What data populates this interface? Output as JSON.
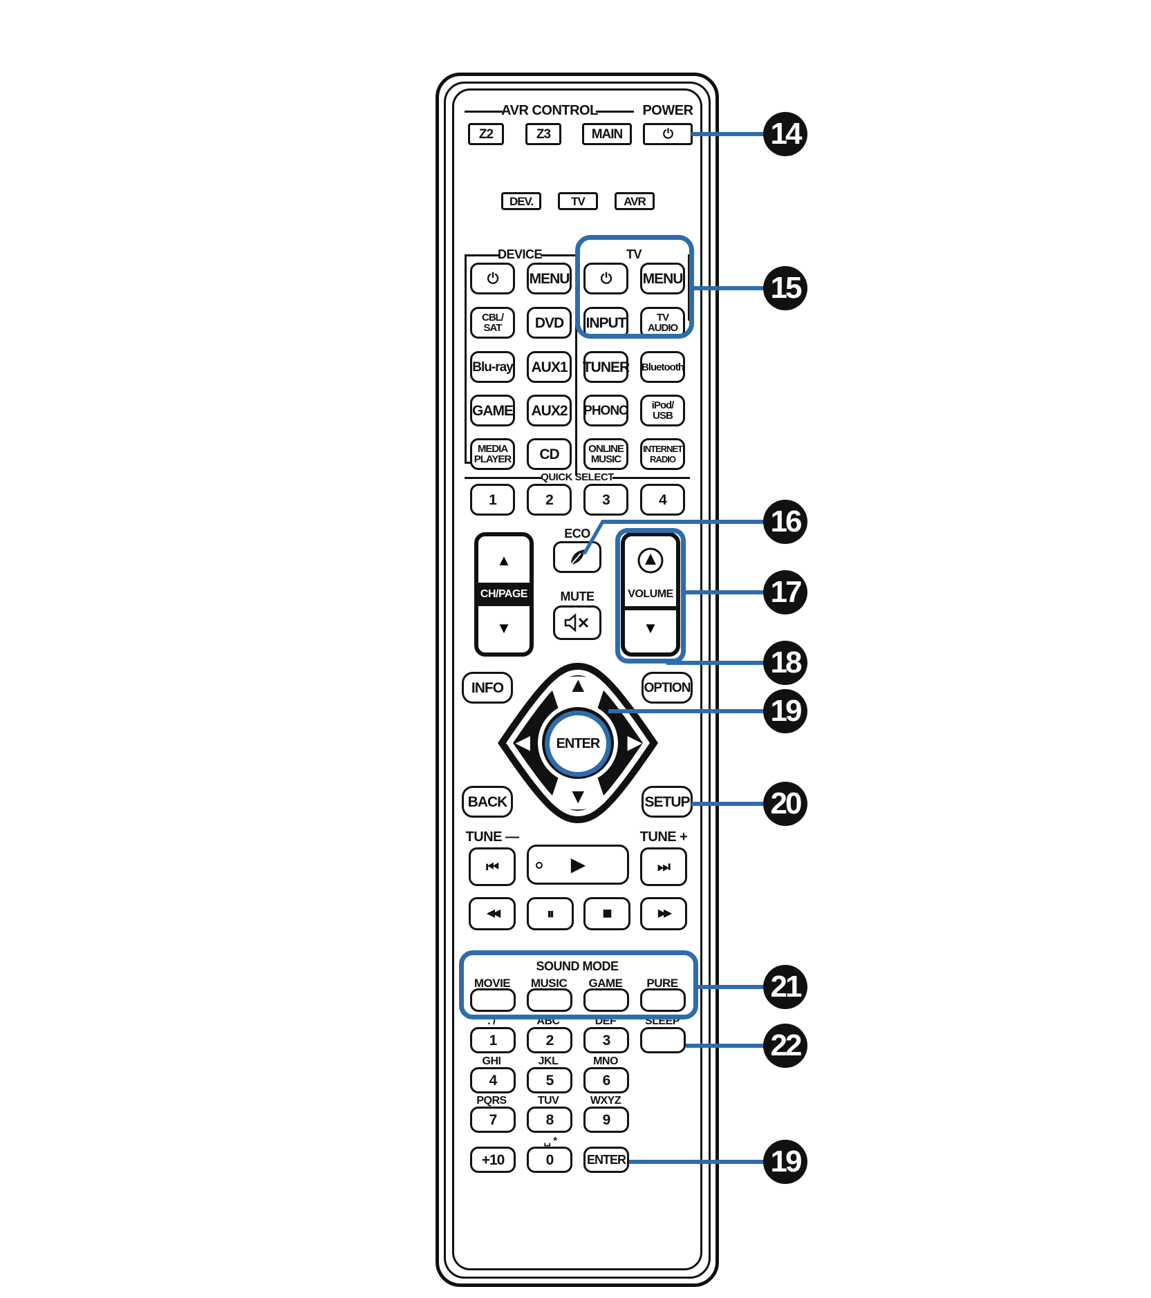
{
  "avr_control": {
    "label": "AVR CONTROL",
    "power_label": "POWER",
    "z2": "Z2",
    "z3": "Z3",
    "main": "MAIN",
    "power_glyph": "⏻"
  },
  "mode_buttons": [
    "DEV.",
    "TV",
    "AVR"
  ],
  "device_section": {
    "device_label": "DEVICE",
    "tv_label": "TV",
    "power_glyph": "⏻",
    "device_menu": "MENU",
    "tv_menu": "MENU",
    "rows": [
      [
        "CBL/\nSAT",
        "DVD",
        "INPUT",
        "TV\nAUDIO"
      ],
      [
        "Blu-ray",
        "AUX1",
        "TUNER",
        "Bluetooth"
      ],
      [
        "GAME",
        "AUX2",
        "PHONO",
        "iPod/\nUSB"
      ],
      [
        "MEDIA\nPLAYER",
        "CD",
        "ONLINE\nMUSIC",
        "INTERNET\nRADIO"
      ]
    ]
  },
  "quick_select": {
    "label": "QUICK SELECT",
    "buttons": [
      "1",
      "2",
      "3",
      "4"
    ]
  },
  "center_controls": {
    "ch_page": "CH/PAGE",
    "eco": "ECO",
    "mute": "MUTE",
    "volume": "VOLUME",
    "up_glyph": "▲",
    "down_glyph": "▼",
    "eco_glyph": "🍃",
    "mute_glyph": "🔇"
  },
  "navigation": {
    "info": "INFO",
    "option": "OPTION",
    "enter": "ENTER",
    "back": "BACK",
    "setup": "SETUP",
    "up": "▲",
    "down": "▼",
    "left": "◀",
    "right": "▶"
  },
  "transport": {
    "tune_minus": "TUNE —",
    "tune_plus": "TUNE +",
    "prev": "⏮",
    "play": "▶",
    "next": "⏭",
    "rewind": "◀◀",
    "pause": "⏸",
    "stop": "■",
    "forward": "▶▶"
  },
  "sound_mode": {
    "label": "SOUND MODE",
    "buttons": [
      "MOVIE",
      "MUSIC",
      "GAME",
      "PURE"
    ]
  },
  "keypad": {
    "sleep": "SLEEP",
    "keys": [
      {
        "letters": ". /",
        "digit": "1"
      },
      {
        "letters": "ABC",
        "digit": "2"
      },
      {
        "letters": "DEF",
        "digit": "3"
      },
      {
        "letters": "GHI",
        "digit": "4"
      },
      {
        "letters": "JKL",
        "digit": "5"
      },
      {
        "letters": "MNO",
        "digit": "6"
      },
      {
        "letters": "PQRS",
        "digit": "7"
      },
      {
        "letters": "TUV",
        "digit": "8"
      },
      {
        "letters": "WXYZ",
        "digit": "9"
      }
    ],
    "plus10": "+10",
    "zero": "0",
    "zero_symbols": "␣ *",
    "enter": "ENTER"
  },
  "callouts": [
    "14",
    "15",
    "16",
    "17",
    "18",
    "19",
    "20",
    "21",
    "22",
    "19"
  ],
  "colors": {
    "highlight": "#2d6cad",
    "ink": "#111111"
  }
}
